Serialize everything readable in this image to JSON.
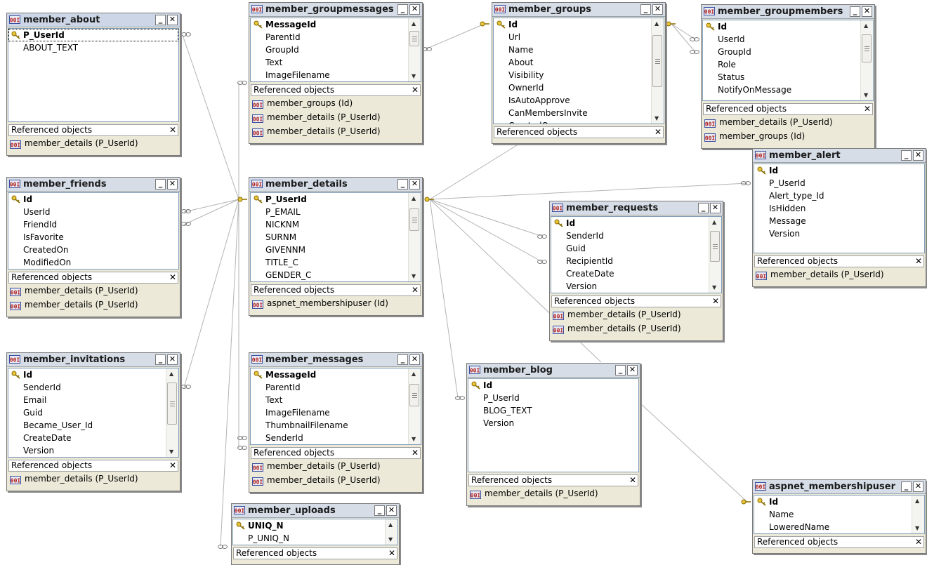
{
  "ui": {
    "referenced_label": "Referenced objects",
    "close_glyph": "✕",
    "minimize_glyph": "_"
  },
  "tables": [
    {
      "id": "member_about",
      "name": "member_about",
      "active": true,
      "columns": [
        {
          "name": "P_UserId",
          "pk": true,
          "selected": true
        },
        {
          "name": "ABOUT_TEXT"
        }
      ],
      "refs": [
        "member_details (P_UserId)"
      ]
    },
    {
      "id": "member_groupmessages",
      "name": "member_groupmessages",
      "columns": [
        {
          "name": "MessageId",
          "pk": true
        },
        {
          "name": "ParentId"
        },
        {
          "name": "GroupId"
        },
        {
          "name": "Text"
        },
        {
          "name": "ImageFilename"
        }
      ],
      "refs": [
        "member_groups (Id)",
        "member_details (P_UserId)",
        "member_details (P_UserId)"
      ]
    },
    {
      "id": "member_groups",
      "name": "member_groups",
      "columns": [
        {
          "name": "Id",
          "pk": true
        },
        {
          "name": "Url"
        },
        {
          "name": "Name"
        },
        {
          "name": "About"
        },
        {
          "name": "Visibility"
        },
        {
          "name": "OwnerId"
        },
        {
          "name": "IsAutoApprove"
        },
        {
          "name": "CanMembersInvite"
        },
        {
          "name": "CreatedOn"
        }
      ],
      "refs": []
    },
    {
      "id": "member_groupmembers",
      "name": "member_groupmembers",
      "columns": [
        {
          "name": "Id",
          "pk": true
        },
        {
          "name": "UserId"
        },
        {
          "name": "GroupId"
        },
        {
          "name": "Role"
        },
        {
          "name": "Status"
        },
        {
          "name": "NotifyOnMessage"
        }
      ],
      "refs": [
        "member_details (P_UserId)",
        "member_groups (Id)"
      ]
    },
    {
      "id": "member_friends",
      "name": "member_friends",
      "columns": [
        {
          "name": "Id",
          "pk": true
        },
        {
          "name": "UserId"
        },
        {
          "name": "FriendId"
        },
        {
          "name": "IsFavorite"
        },
        {
          "name": "CreatedOn"
        },
        {
          "name": "ModifiedOn"
        }
      ],
      "refs": [
        "member_details (P_UserId)",
        "member_details (P_UserId)"
      ]
    },
    {
      "id": "member_details",
      "name": "member_details",
      "columns": [
        {
          "name": "P_UserId",
          "pk": true
        },
        {
          "name": "P_EMAIL"
        },
        {
          "name": "NICKNM"
        },
        {
          "name": "SURNM"
        },
        {
          "name": "GIVENNM"
        },
        {
          "name": "TITLE_C"
        },
        {
          "name": "GENDER_C"
        }
      ],
      "refs": [
        "aspnet_membershipuser (Id)"
      ]
    },
    {
      "id": "member_alert",
      "name": "member_alert",
      "columns": [
        {
          "name": "Id",
          "pk": true
        },
        {
          "name": "P_UserId"
        },
        {
          "name": "Alert_type_Id"
        },
        {
          "name": "IsHidden"
        },
        {
          "name": "Message"
        },
        {
          "name": "Version"
        }
      ],
      "refs": [
        "member_details (P_UserId)"
      ]
    },
    {
      "id": "member_requests",
      "name": "member_requests",
      "columns": [
        {
          "name": "Id",
          "pk": true
        },
        {
          "name": "SenderId"
        },
        {
          "name": "Guid"
        },
        {
          "name": "RecipientId"
        },
        {
          "name": "CreateDate"
        },
        {
          "name": "Version"
        }
      ],
      "refs": [
        "member_details (P_UserId)",
        "member_details (P_UserId)"
      ]
    },
    {
      "id": "member_invitations",
      "name": "member_invitations",
      "columns": [
        {
          "name": "Id",
          "pk": true
        },
        {
          "name": "SenderId"
        },
        {
          "name": "Email"
        },
        {
          "name": "Guid"
        },
        {
          "name": "Became_User_Id"
        },
        {
          "name": "CreateDate"
        },
        {
          "name": "Version"
        }
      ],
      "refs": [
        "member_details (P_UserId)"
      ]
    },
    {
      "id": "member_messages",
      "name": "member_messages",
      "columns": [
        {
          "name": "MessageId",
          "pk": true
        },
        {
          "name": "ParentId"
        },
        {
          "name": "Text"
        },
        {
          "name": "ImageFilename"
        },
        {
          "name": "ThumbnailFilename"
        },
        {
          "name": "SenderId"
        }
      ],
      "refs": [
        "member_details (P_UserId)",
        "member_details (P_UserId)"
      ]
    },
    {
      "id": "member_blog",
      "name": "member_blog",
      "columns": [
        {
          "name": "Id",
          "pk": true
        },
        {
          "name": "P_UserId"
        },
        {
          "name": "BLOG_TEXT"
        },
        {
          "name": "Version"
        }
      ],
      "refs": [
        "member_details (P_UserId)"
      ]
    },
    {
      "id": "member_uploads",
      "name": "member_uploads",
      "columns": [
        {
          "name": "UNIQ_N",
          "pk": true
        },
        {
          "name": "P_UNIQ_N"
        }
      ],
      "refs": []
    },
    {
      "id": "aspnet_membershipuser",
      "name": "aspnet_membershipuser",
      "columns": [
        {
          "name": "Id",
          "pk": true
        },
        {
          "name": "Name"
        },
        {
          "name": "LoweredName"
        }
      ],
      "refs": []
    }
  ]
}
